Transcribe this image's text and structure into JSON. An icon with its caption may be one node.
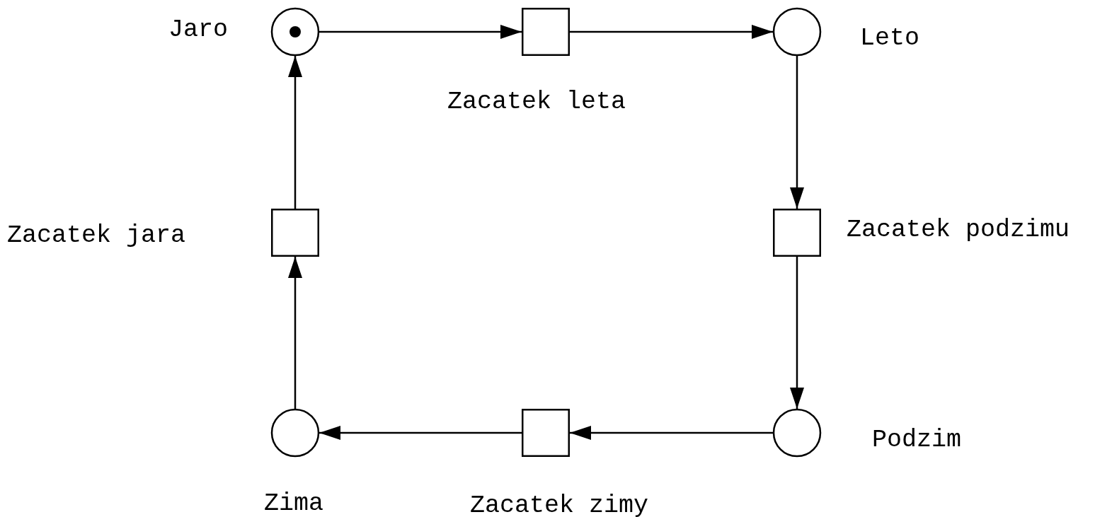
{
  "diagram": {
    "nodes": [
      {
        "text": [],
        "shape": "circle",
        "beside": [
          "Jaro"
        ]
      },
      {
        "text": [],
        "shape": "dot",
        "in": 0
      },
      {
        "text": [],
        "shape": "box",
        "beside": [
          "Zacatek leta"
        ]
      },
      {
        "text": [],
        "shape": "circle",
        "beside": [
          "Leto"
        ]
      },
      {
        "text": [],
        "shape": "box",
        "beside": [
          "Zacatek jara"
        ]
      },
      {
        "text": [],
        "shape": "box",
        "beside": [
          "Zacatek podzimu"
        ]
      },
      {
        "text": [],
        "shape": "circle",
        "beside": [
          "Zima"
        ]
      },
      {
        "text": [],
        "shape": "box",
        "beside": [
          "Zacatek zimy"
        ]
      },
      {
        "text": [],
        "shape": "circle",
        "beside": [
          "Podzim"
        ]
      }
    ],
    "edges": [
      {
        "from": 0,
        "to": 2,
        "arrow": "to"
      },
      {
        "from": 2,
        "to": 3,
        "arrow": "to"
      },
      {
        "from": 3,
        "to": 5,
        "arrow": "to"
      },
      {
        "from": 5,
        "to": 8,
        "arrow": "to"
      },
      {
        "from": 8,
        "to": 7,
        "arrow": "to"
      },
      {
        "from": 7,
        "to": 6,
        "arrow": "to"
      },
      {
        "from": 6,
        "to": 4,
        "arrow": "to"
      },
      {
        "from": 4,
        "to": 0,
        "arrow": "to"
      }
    ]
  }
}
